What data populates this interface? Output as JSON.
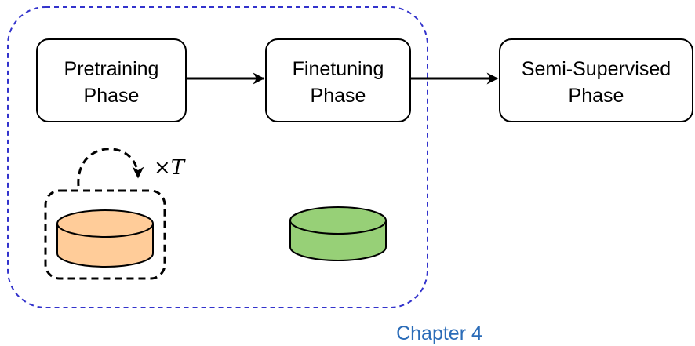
{
  "phases": [
    {
      "line1": "Pretraining",
      "line2": "Phase"
    },
    {
      "line1": "Finetuning",
      "line2": "Phase"
    },
    {
      "line1": "Semi-Supervised",
      "line2": "Phase"
    }
  ],
  "chapter_label": "Chapter 4",
  "repeat_label": "×T",
  "colors": {
    "chapter_border": "#3333cc",
    "chapter_text": "#2b6cb8",
    "pretrain_db_fill": "#ffcc99",
    "finetune_db_fill": "#97d077",
    "box_stroke": "#000000"
  },
  "icons": [
    "repeat-loop-arrow-icon",
    "pretraining-database-icon",
    "finetuning-database-icon"
  ]
}
